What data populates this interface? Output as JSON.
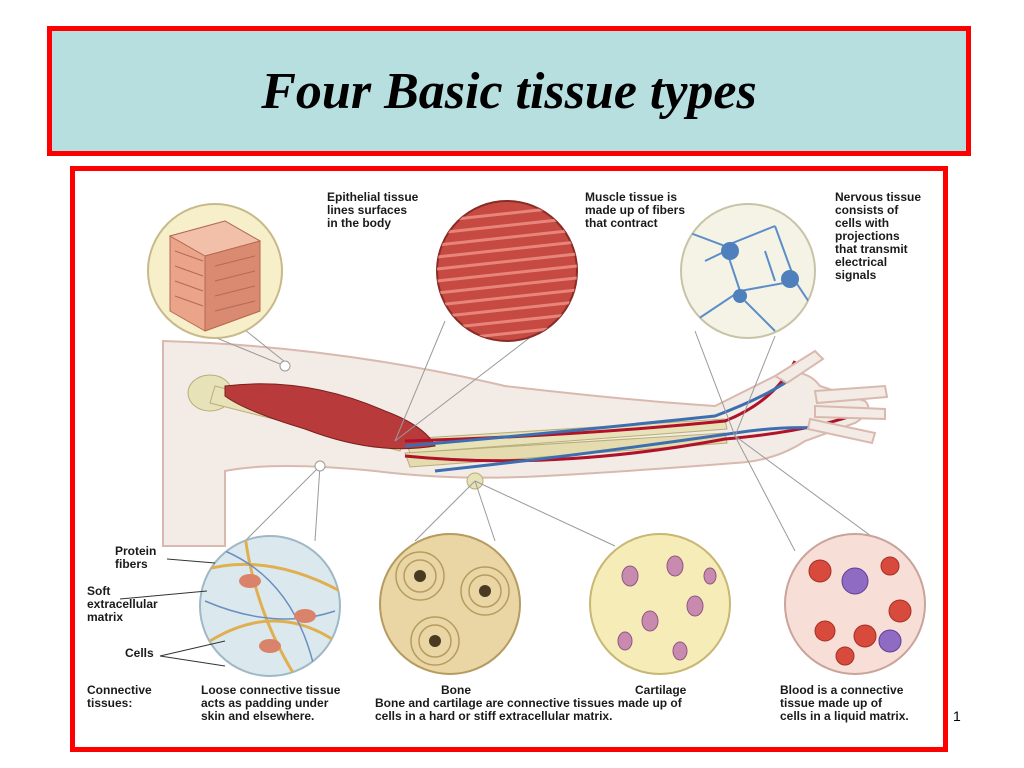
{
  "title": "Four Basic tissue types",
  "page_number": "1",
  "labels": {
    "epithelial": "Epithelial tissue\nlines surfaces\nin the body",
    "muscle": "Muscle tissue is\nmade up of fibers\nthat contract",
    "nervous": "Nervous tissue\nconsists of\ncells with\nprojections\nthat transmit\nelectrical\nsignals",
    "protein_fibers": "Protein\nfibers",
    "soft_matrix": "Soft\nextracellular\nmatrix",
    "cells": "Cells",
    "connective_tissues": "Connective\ntissues:",
    "loose_connective": "Loose connective tissue\nacts as padding under\nskin and elsewhere.",
    "bone": "Bone",
    "cartilage": "Cartilage",
    "bone_cartilage_caption": "Bone and cartilage are connective tissues made up of\ncells in a hard or stiff extracellular matrix.",
    "blood": "Blood is a connective\ntissue made up of\ncells in a liquid matrix."
  },
  "colors": {
    "border": "#ff0000",
    "title_bg": "#b8dfe0",
    "muscle": "#b83a3a",
    "artery": "#b0122a",
    "vein": "#3d6fb0",
    "bone": "#e8e2b8"
  }
}
